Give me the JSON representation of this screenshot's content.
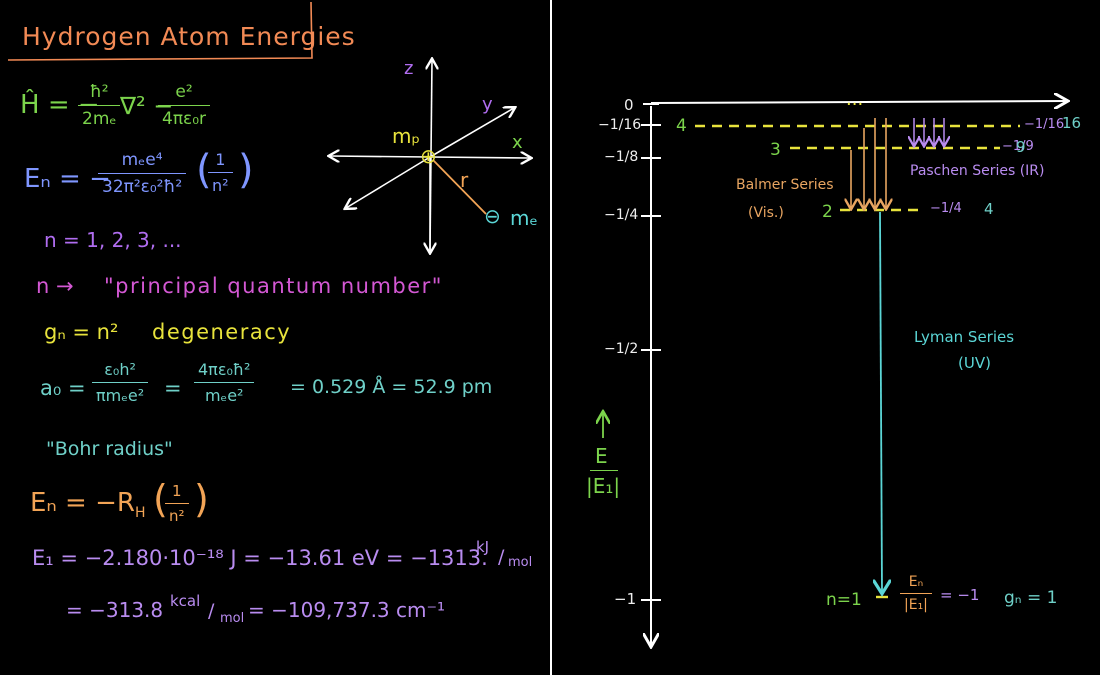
{
  "title": "Hydrogen Atom Energies",
  "hamiltonian": {
    "lhs": "Ĥ = −",
    "frac1_num": "ħ²",
    "frac1_den": "2mₑ",
    "mid": "∇² −",
    "frac2_num": "e²",
    "frac2_den": "4πε₀r"
  },
  "energy_formula": {
    "lhs": "Eₙ = −",
    "frac_num": "mₑe⁴",
    "frac_den": "32π²ε₀²ħ²",
    "paren_num": "1",
    "paren_den": "n²"
  },
  "n_values": "n = 1, 2, 3, ...",
  "principal": {
    "lhs": "n →",
    "label": "\"principal quantum number\""
  },
  "degeneracy": {
    "formula": "gₙ = n²",
    "label": "degeneracy"
  },
  "bohr": {
    "lhs": "a₀ =",
    "frac1_num": "ε₀h²",
    "frac1_den": "πmₑe²",
    "eq": "=",
    "frac2_num": "4πε₀ħ²",
    "frac2_den": "mₑe²",
    "value": "= 0.529 Å = 52.9 pm",
    "label": "\"Bohr radius\""
  },
  "rydberg": {
    "lhs": "Eₙ = −R",
    "sub": "H",
    "paren_num": "1",
    "paren_den": "n²"
  },
  "e1_line1": {
    "text": "E₁ = −2.180·10⁻¹⁸ J = −13.61 eV = −1313.",
    "unit_num": "kJ",
    "unit_den": "mol"
  },
  "e1_line2": {
    "text": "= −313.8",
    "unit_num": "kcal",
    "unit_den": "mol",
    "rest": "= −109,737.3 cm⁻¹"
  },
  "atom": {
    "z": "z",
    "y": "y",
    "x": "x",
    "mp": "mₚ",
    "plus": "⊕",
    "r": "r",
    "minus": "⊖",
    "me": "mₑ"
  },
  "energy_axis": {
    "ticks": [
      {
        "label": "0"
      },
      {
        "label": "−1/16"
      },
      {
        "label": "−1/8"
      },
      {
        "label": "−1/4"
      },
      {
        "label": "−1/2"
      },
      {
        "label": "−1"
      }
    ],
    "axis_label_top": "E",
    "axis_label_bottom": "|E₁|"
  },
  "levels": {
    "n4": {
      "n": "4",
      "energy": "−1/16",
      "g": "16"
    },
    "n3": {
      "n": "3",
      "energy": "−1/9",
      "g": "9"
    },
    "n2": {
      "n": "2",
      "energy": "−1/4",
      "g": "4"
    },
    "n1": {
      "lhs": "n=1",
      "frac_num": "Eₙ",
      "frac_den": "|E₁|",
      "energy": "= −1",
      "g": "gₙ = 1"
    },
    "dots": "···"
  },
  "series": {
    "balmer": [
      "Balmer Series",
      "(Vis.)"
    ],
    "paschen": "Paschen Series (IR)",
    "lyman": [
      "Lyman Series",
      "(UV)"
    ]
  },
  "colors": {
    "divider": "#ffffff",
    "axis": "#ffffff",
    "dashes": "#e8e33c",
    "balmer": "#e8a561",
    "paschen": "#b98cf0",
    "lyman": "#5bd6d6",
    "bond": "#f2a456"
  }
}
